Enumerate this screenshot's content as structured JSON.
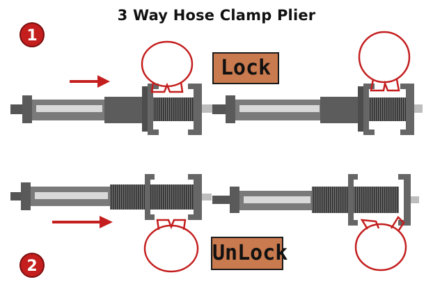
{
  "title": "3 Way Hose Clamp Plier",
  "steps": [
    {
      "number": "1",
      "label": "Lock"
    },
    {
      "number": "2",
      "label": "UnLock"
    }
  ],
  "colors": {
    "badge": "#c41e1e",
    "arrow": "#c41e1e",
    "hose": "#c41e1e",
    "label_bg": "#c97a4e",
    "tool_dark": "#555555",
    "tool_mid": "#7a7a7a",
    "rod": "#d9d9d9"
  }
}
